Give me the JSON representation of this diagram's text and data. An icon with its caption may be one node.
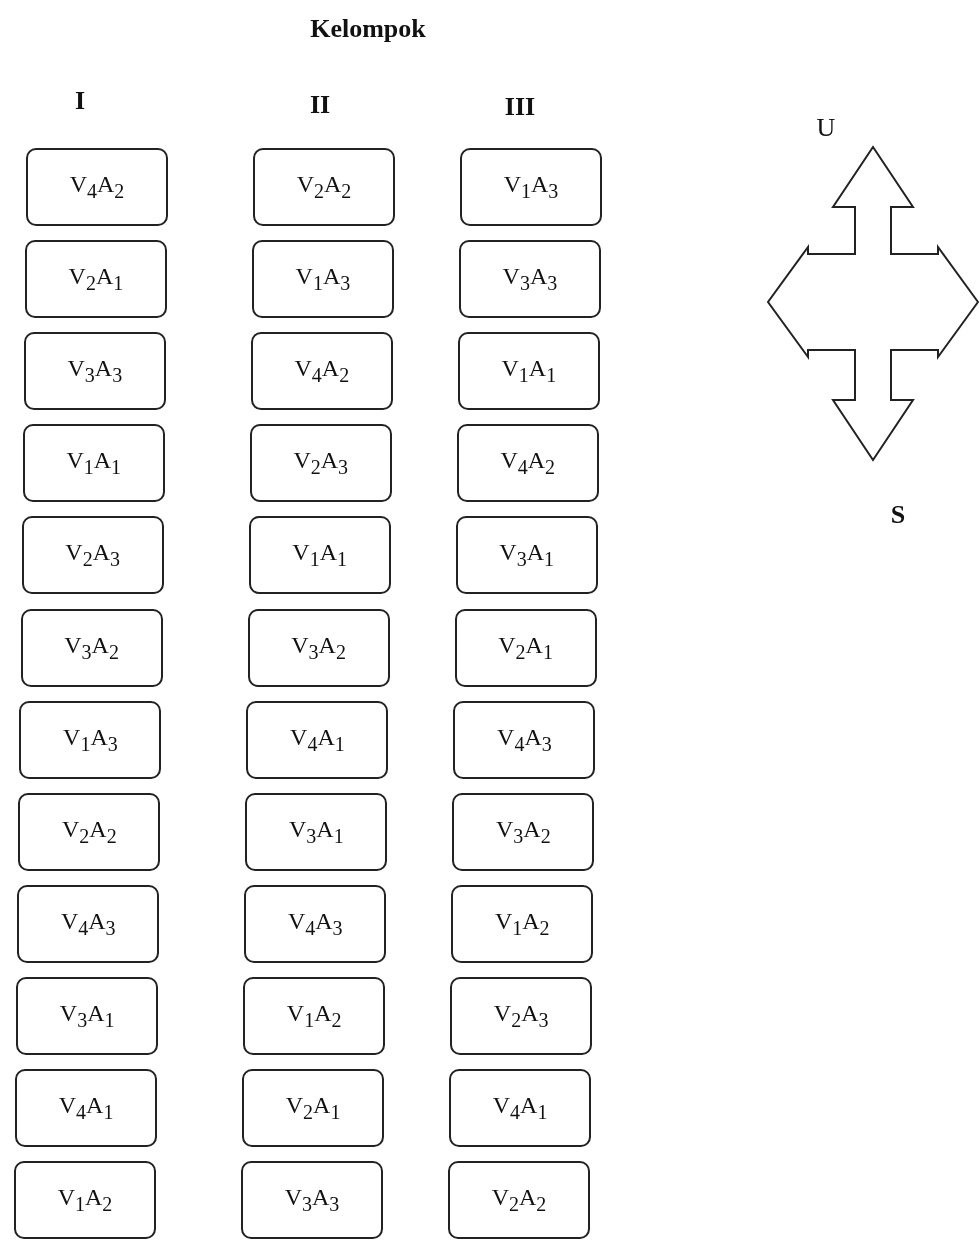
{
  "diagram": {
    "title": "Kelompok",
    "nodes": [
      {
        "text": [
          "V$_{4}$A$_{2}$"
        ]
      },
      {
        "text": [
          "V$_{2}$A$_{1}$"
        ]
      },
      {
        "text": [
          "V$_{3}$A$_{3}$"
        ]
      },
      {
        "text": [
          "V$_{1}$A$_{1}$"
        ]
      },
      {
        "text": [
          "V$_{2}$A$_{3}$"
        ]
      },
      {
        "text": [
          "V$_{3}$A$_{2}$"
        ]
      },
      {
        "text": [
          "V$_{1}$A$_{3}$"
        ]
      },
      {
        "text": [
          "V$_{2}$A$_{2}$"
        ]
      },
      {
        "text": [
          "V$_{4}$A$_{3}$"
        ]
      },
      {
        "text": [
          "V$_{3}$A$_{1}$"
        ]
      },
      {
        "text": [
          "V$_{4}$A$_{1}$"
        ]
      },
      {
        "text": [
          "V$_{1}$A$_{2}$"
        ]
      },
      {
        "text": [
          "V$_{2}$A$_{2}$"
        ]
      },
      {
        "text": [
          "V$_{1}$A$_{3}$"
        ]
      },
      {
        "text": [
          "V$_{4}$A$_{2}$"
        ]
      },
      {
        "text": [
          "V$_{2}$A$_{3}$"
        ]
      },
      {
        "text": [
          "V$_{1}$A$_{1}$"
        ]
      },
      {
        "text": [
          "V$_{3}$A$_{2}$"
        ]
      },
      {
        "text": [
          "V$_{4}$A$_{1}$"
        ]
      },
      {
        "text": [
          "V$_{3}$A$_{1}$"
        ]
      },
      {
        "text": [
          "V$_{4}$A$_{3}$"
        ]
      },
      {
        "text": [
          "V$_{1}$A$_{2}$"
        ]
      },
      {
        "text": [
          "V$_{2}$A$_{1}$"
        ]
      },
      {
        "text": [
          "V$_{3}$A$_{3}$"
        ]
      },
      {
        "text": [
          "V$_{1}$A$_{3}$"
        ]
      },
      {
        "text": [
          "V$_{3}$A$_{3}$"
        ]
      },
      {
        "text": [
          "V$_{1}$A$_{1}$"
        ]
      },
      {
        "text": [
          "V$_{4}$A$_{2}$"
        ]
      },
      {
        "text": [
          "V$_{3}$A$_{1}$"
        ]
      },
      {
        "text": [
          "V$_{2}$A$_{1}$"
        ]
      },
      {
        "text": [
          "V$_{4}$A$_{3}$"
        ]
      },
      {
        "text": [
          "V$_{3}$A$_{2}$"
        ]
      },
      {
        "text": [
          "V$_{1}$A$_{2}$"
        ]
      },
      {
        "text": [
          "V$_{2}$A$_{3}$"
        ]
      },
      {
        "text": [
          "V$_{4}$A$_{1}$"
        ]
      },
      {
        "text": [
          "V$_{2}$A$_{2}$"
        ]
      }
    ],
    "labels": [
      "I",
      "II",
      "III",
      "U",
      "S"
    ]
  }
}
